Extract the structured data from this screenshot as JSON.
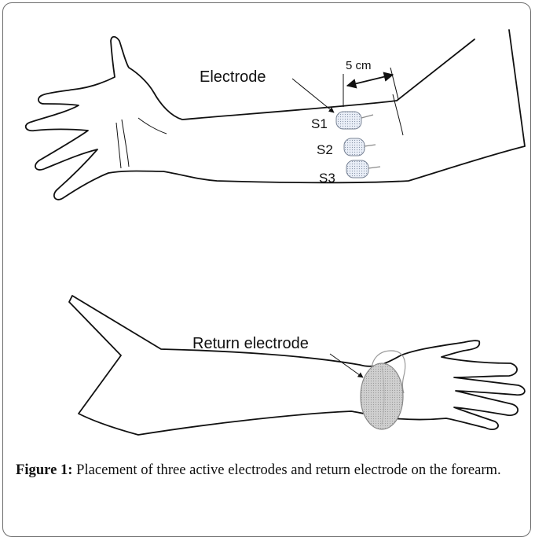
{
  "labels": {
    "electrode": "Electrode",
    "distance": "5 cm",
    "s1": "S1",
    "s2": "S2",
    "s3": "S3",
    "return_electrode": "Return electrode"
  },
  "caption": {
    "figure_label": "Figure 1:",
    "text": "Placement of three active electrodes and return electrode on the forearm."
  },
  "colors": {
    "outline": "#111111",
    "electrode_fill": "#e4eaf4",
    "return_electrode_fill": "#c8c8c8"
  }
}
